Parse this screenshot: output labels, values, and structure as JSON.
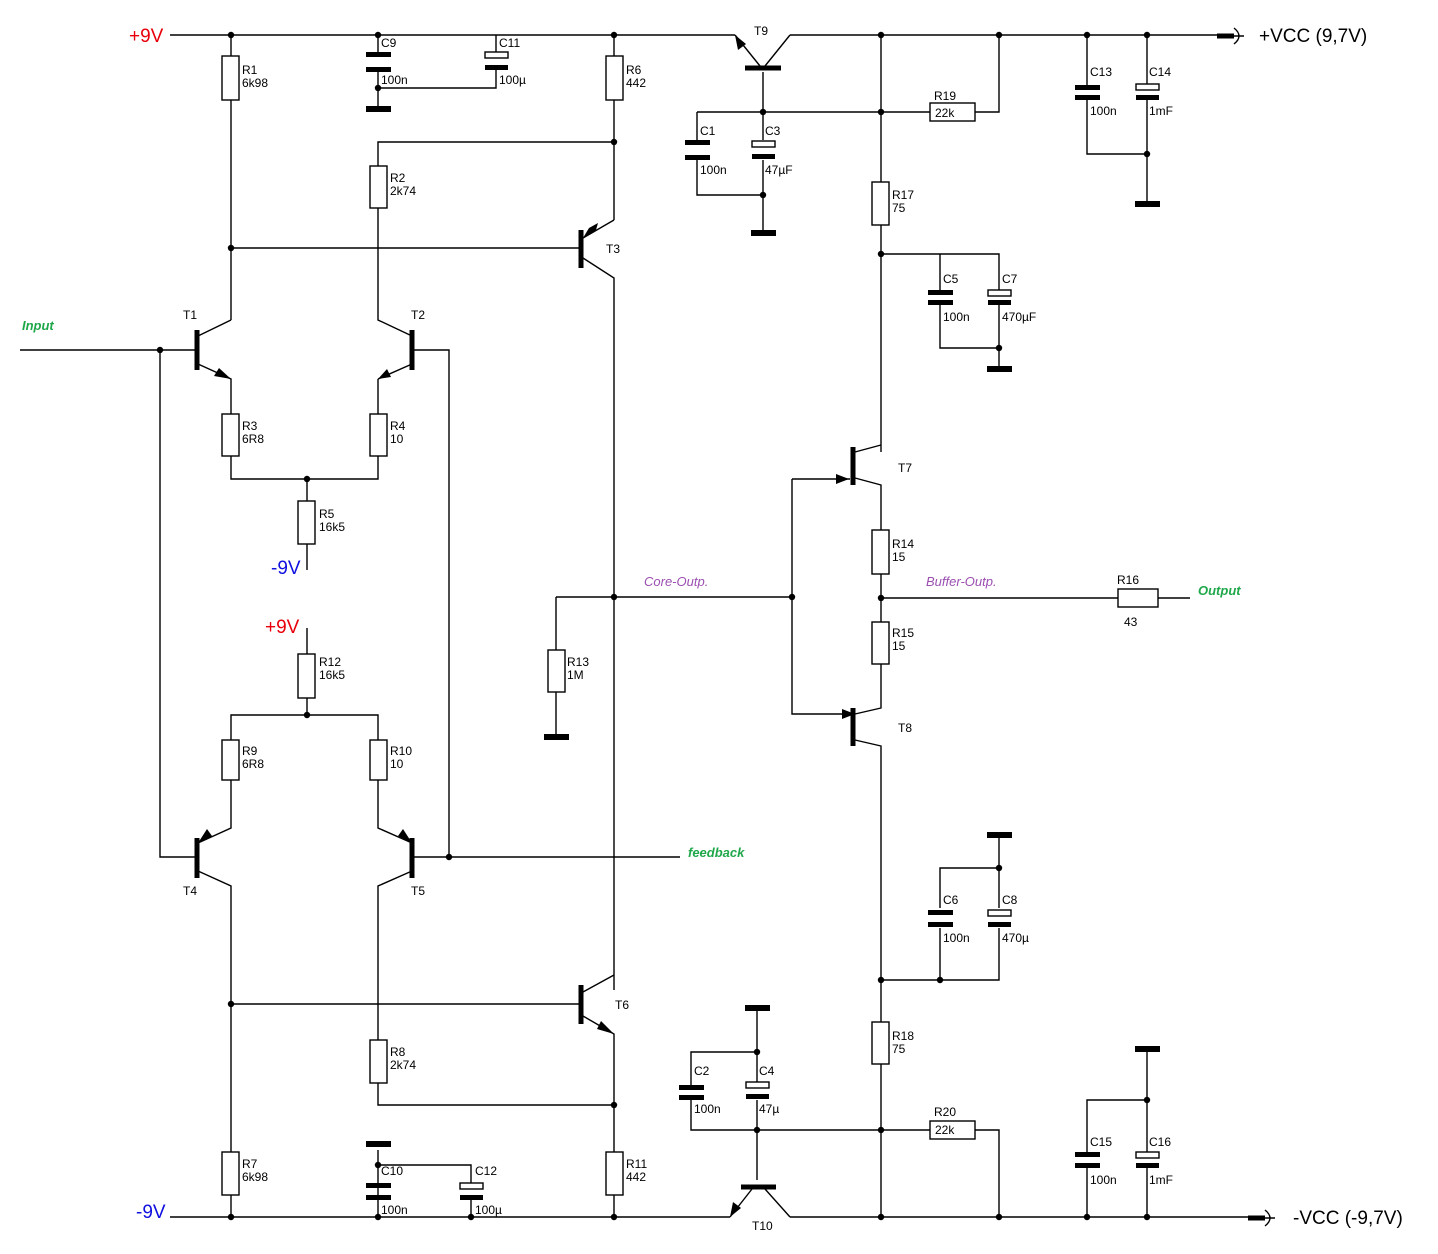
{
  "rails": {
    "pos_top": "+9V",
    "neg_bottom": "-9V",
    "neg_r5": "-9V",
    "pos_r12": "+9V",
    "vcc_pos": "+VCC (9,7V)",
    "vcc_neg": "-VCC (-9,7V)"
  },
  "signals": {
    "input": "Input",
    "output": "Output",
    "feedback": "feedback",
    "core_output": "Core-Outp.",
    "buffer_output": "Buffer-Outp."
  },
  "resistors": {
    "R1": {
      "name": "R1",
      "value": "6k98"
    },
    "R2": {
      "name": "R2",
      "value": "2k74"
    },
    "R3": {
      "name": "R3",
      "value": "6R8"
    },
    "R4": {
      "name": "R4",
      "value": "10"
    },
    "R5": {
      "name": "R5",
      "value": "16k5"
    },
    "R6": {
      "name": "R6",
      "value": "442"
    },
    "R7": {
      "name": "R7",
      "value": "6k98"
    },
    "R8": {
      "name": "R8",
      "value": "2k74"
    },
    "R9": {
      "name": "R9",
      "value": "6R8"
    },
    "R10": {
      "name": "R10",
      "value": "10"
    },
    "R11": {
      "name": "R11",
      "value": "442"
    },
    "R12": {
      "name": "R12",
      "value": "16k5"
    },
    "R13": {
      "name": "R13",
      "value": "1M"
    },
    "R14": {
      "name": "R14",
      "value": "15"
    },
    "R15": {
      "name": "R15",
      "value": "15"
    },
    "R16": {
      "name": "R16",
      "value": "43"
    },
    "R17": {
      "name": "R17",
      "value": "75"
    },
    "R18": {
      "name": "R18",
      "value": "75"
    },
    "R19": {
      "name": "R19",
      "value": "22k"
    },
    "R20": {
      "name": "R20",
      "value": "22k"
    }
  },
  "capacitors": {
    "C1": {
      "name": "C1",
      "value": "100n"
    },
    "C2": {
      "name": "C2",
      "value": "100n"
    },
    "C3": {
      "name": "C3",
      "value": "47µF"
    },
    "C4": {
      "name": "C4",
      "value": "47µ"
    },
    "C5": {
      "name": "C5",
      "value": "100n"
    },
    "C6": {
      "name": "C6",
      "value": "100n"
    },
    "C7": {
      "name": "C7",
      "value": "470µF"
    },
    "C8": {
      "name": "C8",
      "value": "470µ"
    },
    "C9": {
      "name": "C9",
      "value": "100n"
    },
    "C10": {
      "name": "C10",
      "value": "100n"
    },
    "C11": {
      "name": "C11",
      "value": "100µ"
    },
    "C12": {
      "name": "C12",
      "value": "100µ"
    },
    "C13": {
      "name": "C13",
      "value": "100n"
    },
    "C14": {
      "name": "C14",
      "value": "1mF"
    },
    "C15": {
      "name": "C15",
      "value": "100n"
    },
    "C16": {
      "name": "C16",
      "value": "1mF"
    }
  },
  "transistors": {
    "T1": "T1",
    "T2": "T2",
    "T3": "T3",
    "T4": "T4",
    "T5": "T5",
    "T6": "T6",
    "T7": "T7",
    "T8": "T8",
    "T9": "T9",
    "T10": "T10"
  },
  "colors": {
    "positive_rail": "#e8000b",
    "negative_rail": "#1010e0",
    "signal": "#1fa84a",
    "net": "#9b4fb0"
  }
}
